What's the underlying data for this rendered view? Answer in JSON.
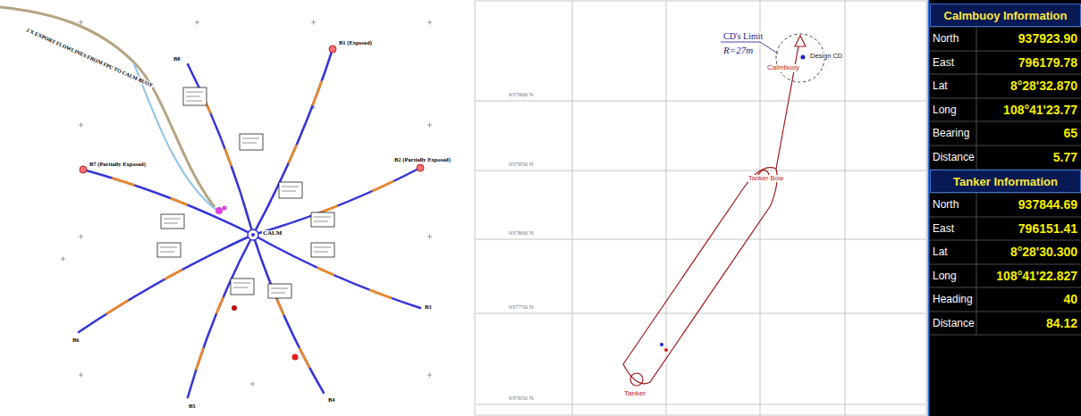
{
  "diagram": {
    "nodes": [
      {
        "text": [
          "Calmbuoy Information"
        ]
      },
      {
        "text": [
          "Tanker Information"
        ]
      }
    ],
    "labels": [
      "2 X EXPORT FLOWLINES FROM FPU TO CALM BUOY",
      "B8",
      "B1 (Exposed)",
      "B2 (Partially Exposed)",
      "B3",
      "B4",
      "B5",
      "B6",
      "B7 (Partially Exposed)",
      "CALM",
      "CD's Limit",
      "R=27m",
      "Calmbuoy",
      "Design CD",
      "Tanker Bow",
      "Tanker",
      "937900 N",
      "937850 N",
      "937800 N",
      "937750 N",
      "937650 N",
      "North",
      "937923.90",
      "East",
      "796179.78",
      "Lat",
      "8°28'32.870",
      "Long",
      "108°41'23.77",
      "Bearing",
      "65",
      "Distance",
      "5.77",
      "North",
      "937844.69",
      "East",
      "796151.41",
      "Lat",
      "8°28'30.300",
      "Long",
      "108°41'22.827",
      "Heading",
      "40",
      "Distance",
      "84.12"
    ]
  }
}
